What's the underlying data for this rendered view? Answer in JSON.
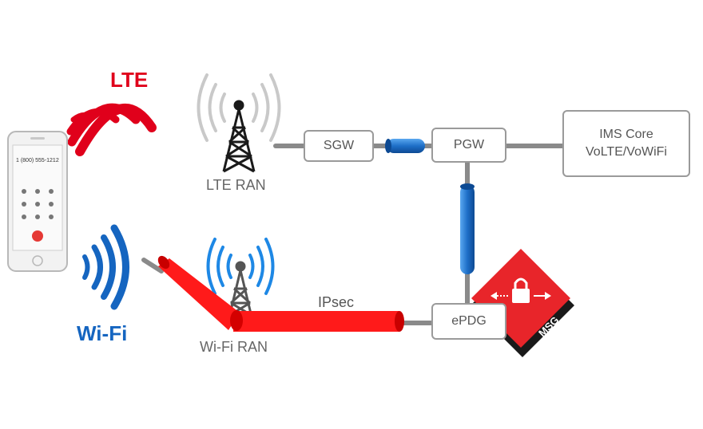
{
  "labels": {
    "lte": "LTE",
    "wifi": "Wi-Fi",
    "lte_ran": "LTE RAN",
    "wifi_ran": "Wi-Fi RAN",
    "ipsec": "IPsec"
  },
  "nodes": {
    "sgw": "SGW",
    "pgw": "PGW",
    "epdg": "ePDG",
    "ims_line1": "IMS Core",
    "ims_line2": "VoLTE/VoWiFi"
  },
  "phone": {
    "number": "1 (800) 555-1212"
  },
  "badge": {
    "text": "MSG"
  },
  "colors": {
    "lte_red": "#e0001b",
    "wifi_blue": "#1565c0",
    "tunnel_red": "#ff1a1a",
    "link_blue": "#1e6fc8",
    "line_gray": "#8a8a8a",
    "badge_red": "#e8252a"
  }
}
